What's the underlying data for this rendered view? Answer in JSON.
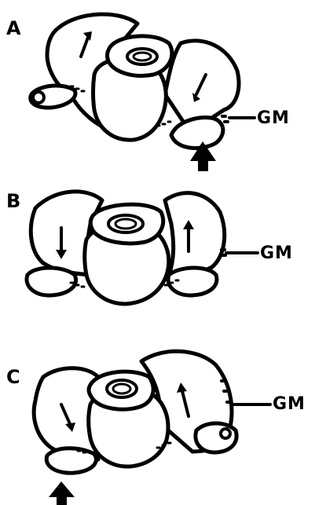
{
  "panels": [
    {
      "letter": "A",
      "structure_label": "GM"
    },
    {
      "letter": "B",
      "structure_label": "GM"
    },
    {
      "letter": "C",
      "structure_label": "GM"
    }
  ]
}
